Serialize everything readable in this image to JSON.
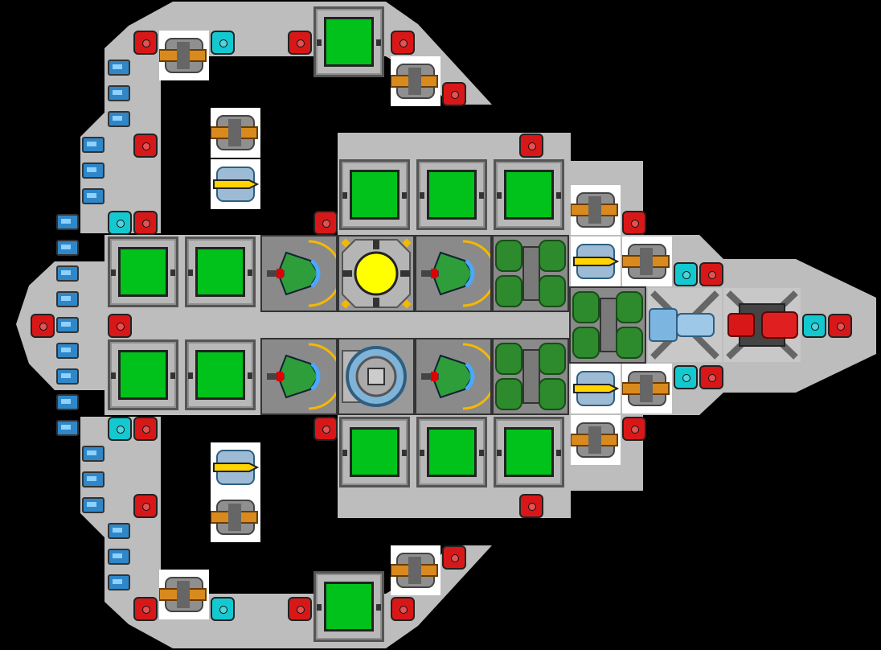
{
  "ship": {
    "hull_color": "#bdbdbd",
    "background_color": "#000000",
    "cargo_color": "#00c21a",
    "core_color": "#ffff00"
  },
  "rooms": {
    "cargo": [
      {
        "id": "cargo-top-center"
      },
      {
        "id": "cargo-upper-1"
      },
      {
        "id": "cargo-upper-2"
      },
      {
        "id": "cargo-upper-3"
      },
      {
        "id": "cargo-left-1"
      },
      {
        "id": "cargo-left-2"
      },
      {
        "id": "cargo-left-3"
      },
      {
        "id": "cargo-left-4"
      },
      {
        "id": "cargo-lower-1"
      },
      {
        "id": "cargo-lower-2"
      },
      {
        "id": "cargo-lower-3"
      },
      {
        "id": "cargo-bottom-center"
      }
    ]
  },
  "icons": {
    "turret": "orange-turret-icon",
    "missile": "yellow-missile-icon",
    "node_red": "red-node-icon",
    "node_cyan": "cyan-node-icon",
    "core": "yellow-reactor-icon",
    "engine_blue": "blue-engine-icon",
    "engine_red": "red-engine-icon",
    "crew_module": "green-crew-module-icon",
    "battery": "blue-battery-icon",
    "shield": "shield-generator-icon"
  }
}
